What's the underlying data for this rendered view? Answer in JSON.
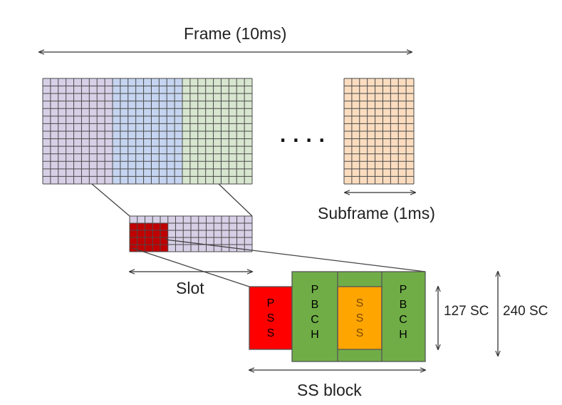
{
  "labels": {
    "frame": "Frame (10ms)",
    "subframe": "Subframe (1ms)",
    "slot": "Slot",
    "ss_block": "SS block",
    "sc_127": "127 SC",
    "sc_240": "240 SC",
    "ellipsis": "...."
  },
  "ss_block": {
    "pss_letters": [
      "P",
      "S",
      "S"
    ],
    "pbch_letters": [
      "P",
      "B",
      "C",
      "H"
    ],
    "sss_letters": [
      "S",
      "S",
      "S"
    ]
  },
  "colors": {
    "grid_line": "#4a4a4a",
    "frame_segment_1": "#d6cfe6",
    "frame_segment_2": "#c5d4f0",
    "frame_segment_3": "#d7e6cf",
    "subframe_fill": "#fbdcbf",
    "slot_fill": "#d6cfe6",
    "slot_highlight": "#c00000",
    "pss_fill": "#ff0000",
    "pss_text": "#000000",
    "pbch_fill": "#70ad47",
    "pbch_text": "#000000",
    "sss_fill": "#ffa500",
    "sss_text": "#7a4a00",
    "arrow": "#333333"
  }
}
